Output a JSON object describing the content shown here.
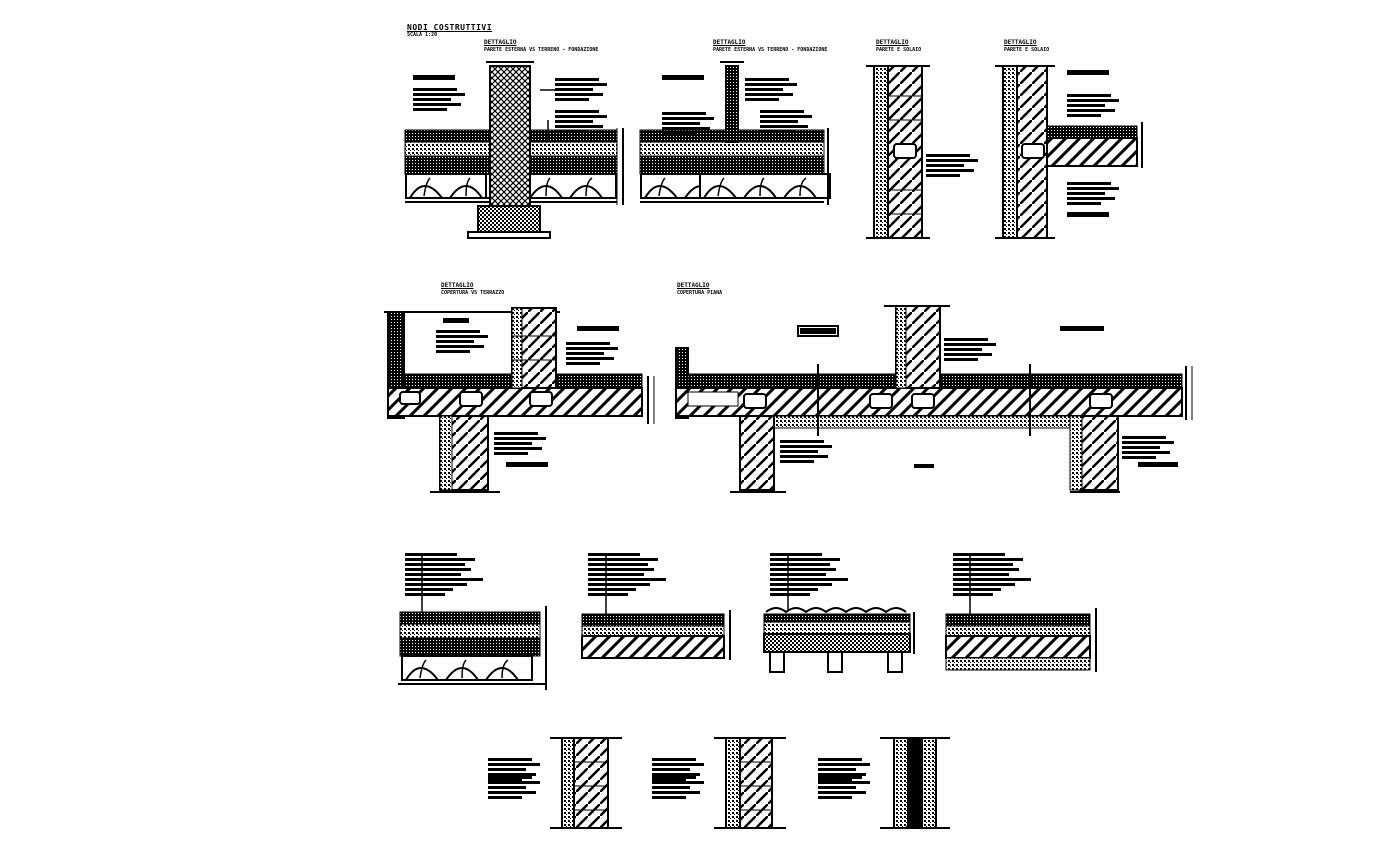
{
  "drawing": {
    "title": "NODI COSTRUTTIVI",
    "scale": "SCALA 1:20",
    "colors": {
      "ink": "#000000",
      "paper": "#ffffff"
    }
  },
  "details": [
    {
      "label": "DETTAGLIO",
      "subtitle": "PARETE ESTERNA VS TERRENO - FONDAZIONE"
    },
    {
      "label": "DETTAGLIO",
      "subtitle": "PARETE ESTERNA VS TERRENO - FONDAZIONE"
    },
    {
      "label": "DETTAGLIO",
      "subtitle": "PARETE E SOLAIO"
    },
    {
      "label": "DETTAGLIO",
      "subtitle": "PARETE E SOLAIO"
    },
    {
      "label": "DETTAGLIO",
      "subtitle": "COPERTURA VS TERRAZZO"
    },
    {
      "label": "DETTAGLIO",
      "subtitle": "COPERTURA PIANA"
    }
  ]
}
